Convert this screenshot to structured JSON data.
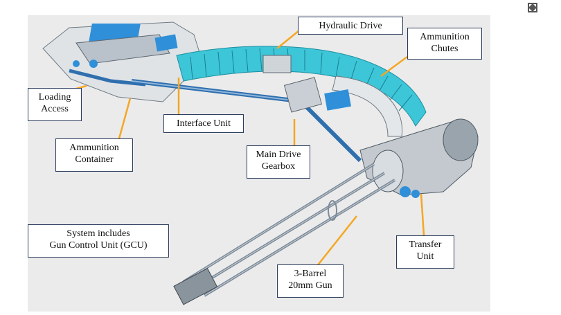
{
  "labels": {
    "hydraulic_drive": "Hydraulic Drive",
    "ammo_chutes_1": "Ammunition",
    "ammo_chutes_2": "Chutes",
    "loading_access_1": "Loading",
    "loading_access_2": "Access",
    "interface_unit": "Interface Unit",
    "ammo_container_1": "Ammunition",
    "ammo_container_2": "Container",
    "main_drive_1": "Main Drive",
    "main_drive_2": "Gearbox",
    "system_1": "System includes",
    "system_2": "Gun Control Unit (GCU)",
    "transfer_1": "Transfer",
    "transfer_2": "Unit",
    "barrel_1": "3-Barrel",
    "barrel_2": "20mm Gun"
  },
  "colors": {
    "background": "#ebebeb",
    "arrow": "#f5a623",
    "label_border": "#2a3b5c",
    "cyan": "#3cc6d8",
    "steel": "#7d8b99"
  },
  "icons": {
    "expand": "expand-icon"
  }
}
